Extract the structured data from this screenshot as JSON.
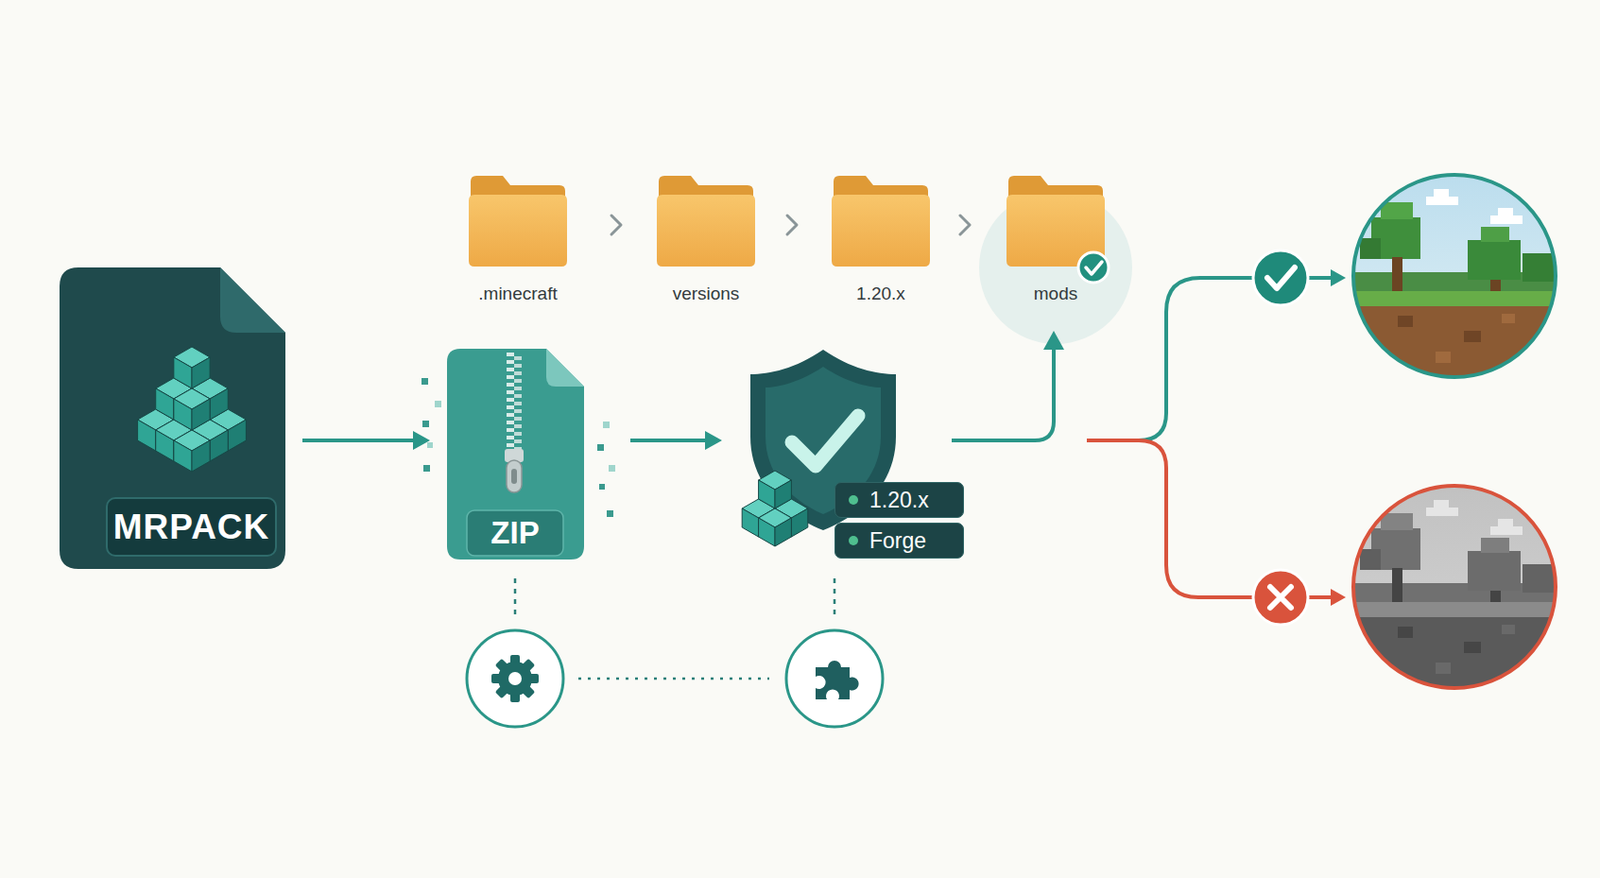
{
  "diagram": {
    "nodes": [
      {
        "text": [
          ".minecraft"
        ]
      },
      {
        "text": [
          "versions"
        ]
      },
      {
        "text": [
          "1.20.x"
        ]
      },
      {
        "text": [
          "mods"
        ]
      },
      {
        "text": [
          "MRPACK"
        ]
      },
      {
        "text": [
          "ZIP"
        ]
      },
      {
        "text": [
          "1.20.x"
        ]
      },
      {
        "text": [
          "Forge"
        ]
      }
    ],
    "edges": [
      {
        "from": 4,
        "to": 5,
        "arrow": "to"
      }
    ]
  }
}
